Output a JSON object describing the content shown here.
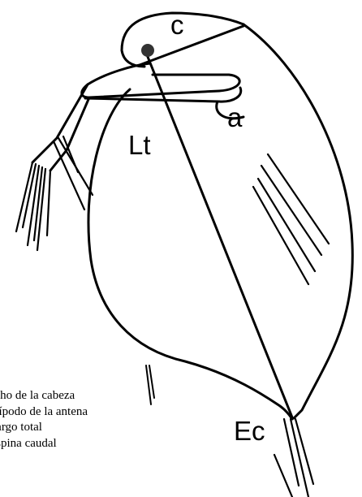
{
  "labels": {
    "c": "c",
    "a": "a",
    "lt": "Lt",
    "ec": "Ec"
  },
  "legend": {
    "items": [
      "ncho de la cabeza",
      "asípodo de la antena",
      "Largo total",
      "Espina caudal"
    ]
  }
}
